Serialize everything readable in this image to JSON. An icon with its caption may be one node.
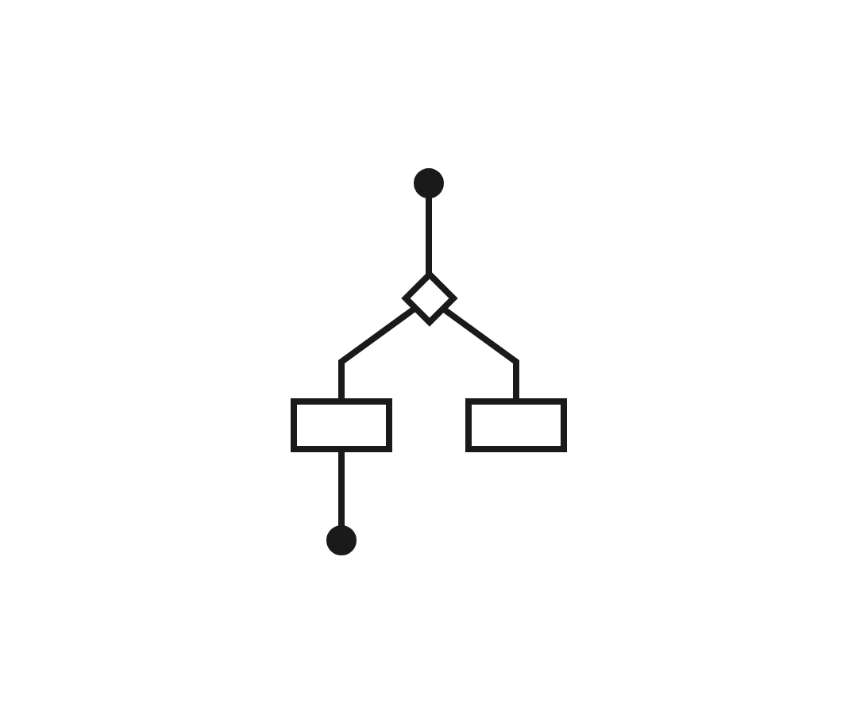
{
  "diagram": {
    "nodes": [
      {
        "text": [],
        "shape": "circle"
      },
      {
        "text": [],
        "shape": "diamond"
      },
      {
        "text": [],
        "shape": "box"
      },
      {
        "text": [],
        "shape": "box"
      },
      {
        "text": [],
        "shape": "circle"
      }
    ],
    "edges": [
      {
        "from": 0,
        "to": 1,
        "arrow": "none"
      },
      {
        "from": 1,
        "to": 3,
        "arrow": "none"
      },
      {
        "from": 1,
        "to": 2,
        "arrow": "none"
      },
      {
        "from": 2,
        "to": 4,
        "arrow": "none"
      }
    ]
  }
}
